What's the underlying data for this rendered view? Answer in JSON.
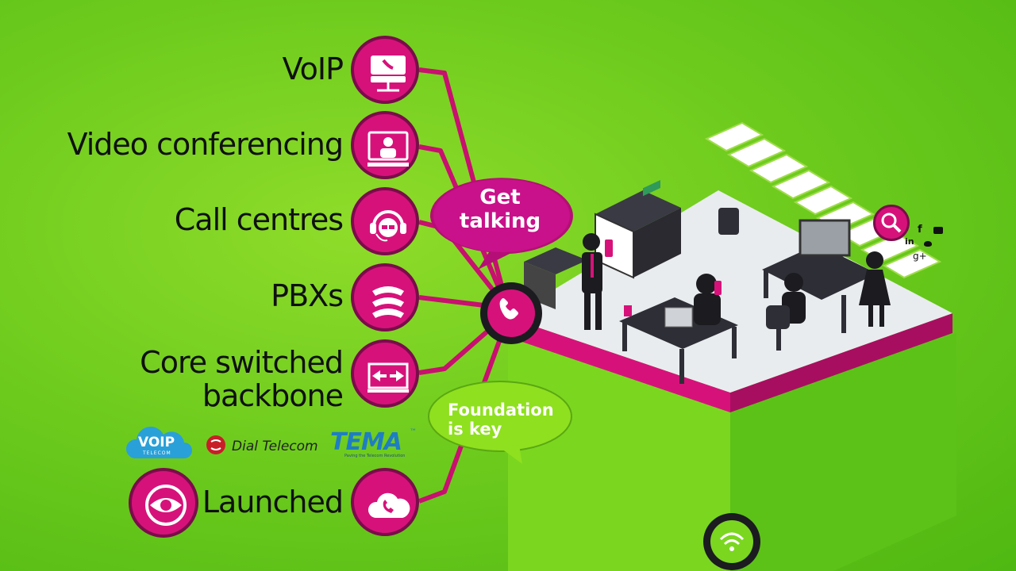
{
  "services": [
    {
      "label": "VoIP",
      "icon": "voip-server-icon"
    },
    {
      "label": "Video conferencing",
      "icon": "video-screen-icon"
    },
    {
      "label": "Call centres",
      "icon": "headset-agent-icon"
    },
    {
      "label": "PBXs",
      "icon": "stacked-phones-icon"
    },
    {
      "label_line1": "Core switched",
      "label_line2": "backbone",
      "icon": "switch-arrows-icon"
    },
    {
      "label": "Launched",
      "icon": "cloud-phone-icon"
    }
  ],
  "bubbles": {
    "get_talking_line1": "Get",
    "get_talking_line2": "talking",
    "foundation_line1": "Foundation",
    "foundation_line2": "is key"
  },
  "logos": {
    "voip_main": "VOIP",
    "voip_sub": "TELECOM",
    "dial_telecom": "Dial Telecom",
    "tema": "TEMA",
    "tema_tm": "™",
    "tema_tagline": "Paving the Telecom Revolution"
  },
  "social": {
    "linkedin": "in",
    "facebook": "f",
    "googleplus": "g+"
  },
  "colors": {
    "magenta": "#d6127a",
    "dark_magenta": "#7a0c4a",
    "green_bg": "#6fcc1e",
    "desk": "#2e2e36"
  }
}
